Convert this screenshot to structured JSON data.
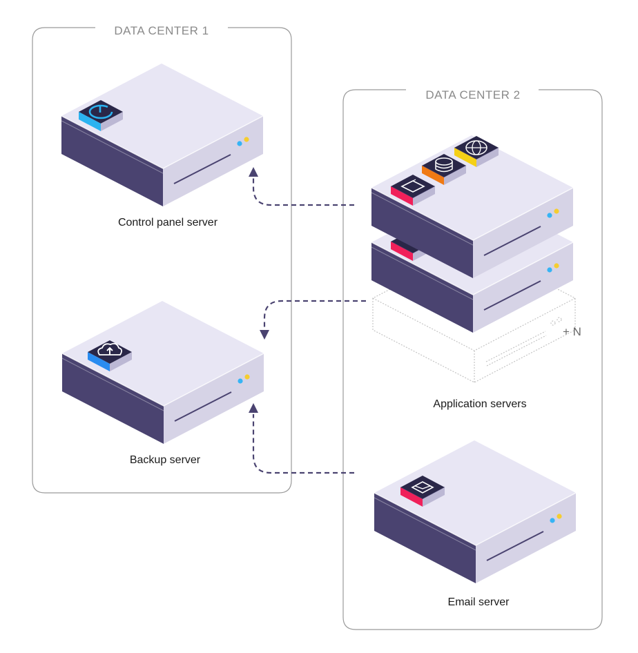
{
  "data_centers": [
    {
      "id": "dc1",
      "title": "DATA CENTER 1"
    },
    {
      "id": "dc2",
      "title": "DATA CENTER 2"
    }
  ],
  "servers": {
    "control_panel": {
      "label": "Control panel server",
      "icon": "power-refresh-icon",
      "icon_color": "#2bb3f0"
    },
    "backup": {
      "label": "Backup server",
      "icon": "cloud-upload-icon",
      "icon_color": "#2a8cf0"
    },
    "application": {
      "label": "Application servers",
      "scale_note": "+ N",
      "icons": [
        {
          "name": "browser-window-icon",
          "color": "#f0205a"
        },
        {
          "name": "database-icon",
          "color": "#f07a14"
        },
        {
          "name": "globe-icon",
          "color": "#f5d016"
        }
      ]
    },
    "email": {
      "label": "Email server",
      "icon": "envelope-icon",
      "icon_color": "#f0205a"
    }
  },
  "colors": {
    "server_top": "#e8e6f4",
    "server_side_dark": "#4a4370",
    "server_side_light": "#d6d3e6",
    "connector": "#4a4370",
    "led_blue": "#36b4f5",
    "led_yellow": "#f5cd30",
    "frame": "#9a9a9a",
    "dc_title": "#8a8a8a"
  }
}
